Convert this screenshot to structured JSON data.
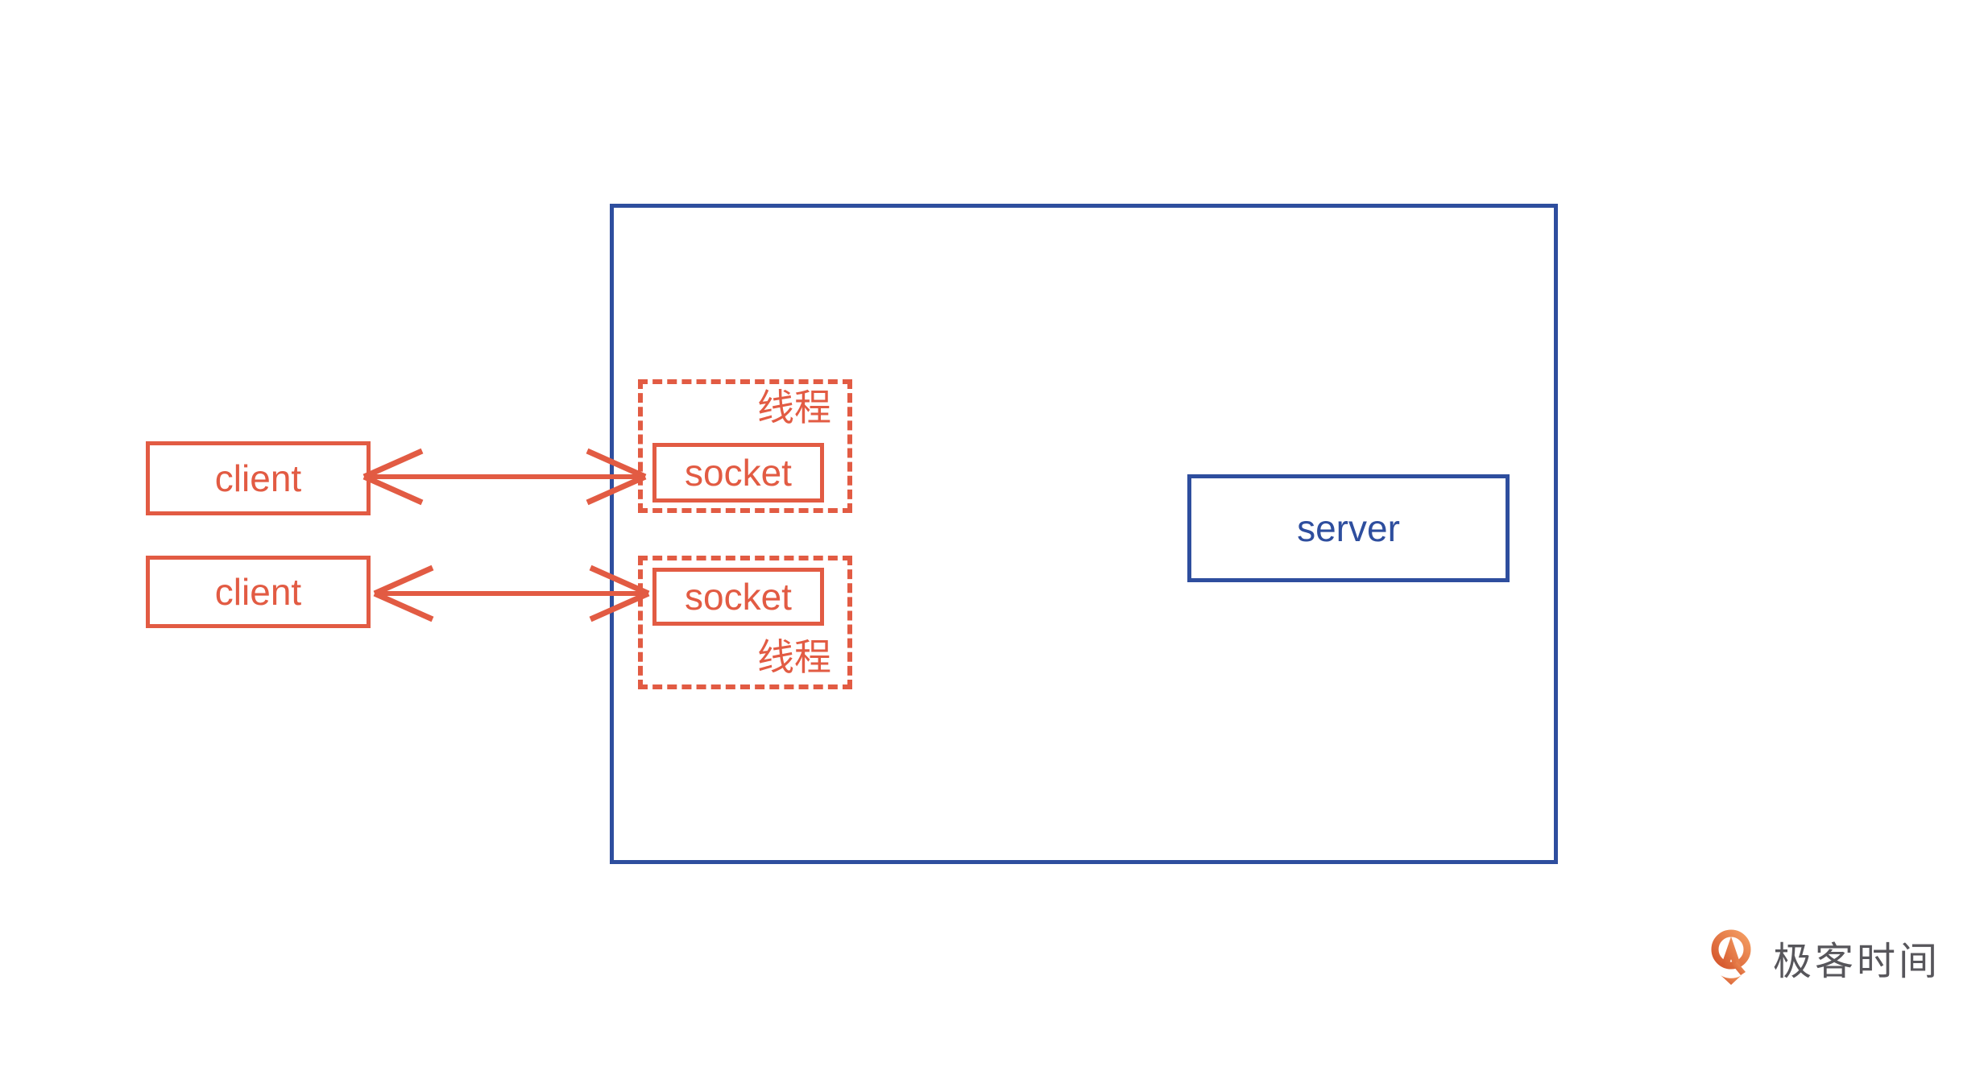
{
  "diagram": {
    "clients": [
      {
        "label": "client"
      },
      {
        "label": "client"
      }
    ],
    "server_boundary": {
      "description": "server process boundary"
    },
    "threads": [
      {
        "label": "线程",
        "label_position": "top-right",
        "socket": {
          "label": "socket"
        }
      },
      {
        "label": "线程",
        "label_position": "bottom-right",
        "socket": {
          "label": "socket"
        }
      }
    ],
    "server": {
      "label": "server"
    },
    "arrows": [
      {
        "from": "client-1",
        "to": "socket-1",
        "bidirectional": true
      },
      {
        "from": "client-2",
        "to": "socket-2",
        "bidirectional": true
      }
    ]
  },
  "branding": {
    "logo_text": "极客时间",
    "logo_icon": "geektime-logo-icon"
  },
  "colors": {
    "diagram_orange": "#E25B43",
    "diagram_blue": "#2E4E9E",
    "logo_text_gray": "#57565B",
    "logo_orange_light": "#F49E63",
    "logo_orange_dark": "#D4552C",
    "background": "#FFFFFF"
  }
}
